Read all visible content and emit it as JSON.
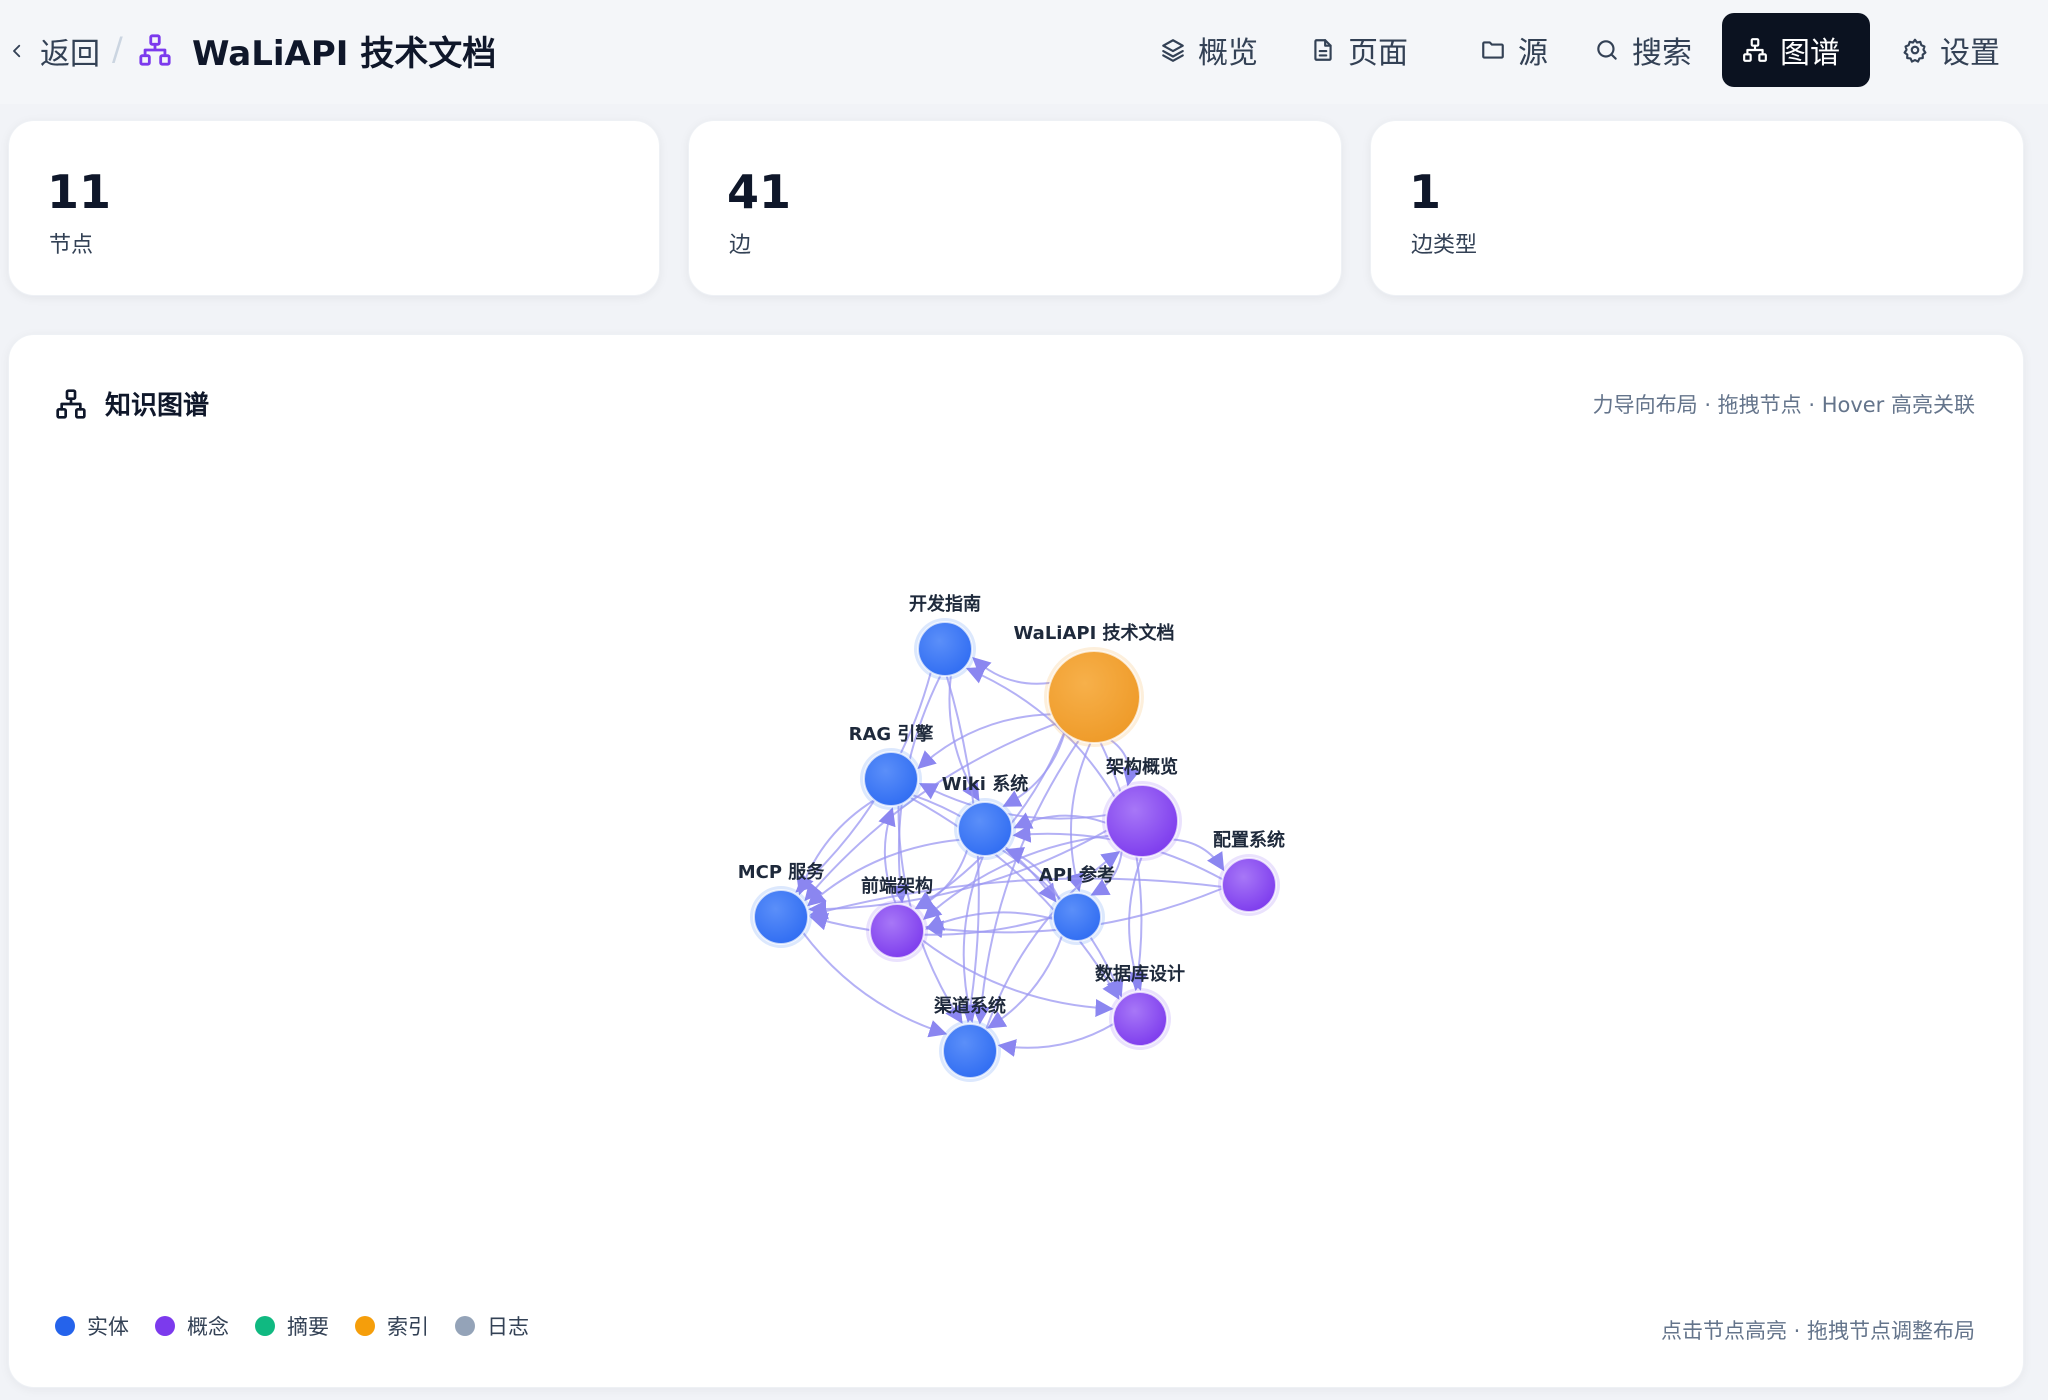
{
  "header": {
    "back_label": "返回",
    "separator": "/",
    "title": "WaLiAPI 技术文档",
    "accent_color": "#7c3aed"
  },
  "nav": [
    {
      "label": "概览",
      "icon": "layers-icon",
      "active": false
    },
    {
      "label": "页面",
      "icon": "file-icon",
      "active": false
    },
    {
      "label": "源",
      "icon": "folder-icon",
      "active": false
    },
    {
      "label": "搜索",
      "icon": "search-icon",
      "active": false
    },
    {
      "label": "图谱",
      "icon": "graph-icon",
      "active": true
    },
    {
      "label": "设置",
      "icon": "gear-icon",
      "active": false
    }
  ],
  "stats": [
    {
      "value": "11",
      "label": "节点"
    },
    {
      "value": "41",
      "label": "边"
    },
    {
      "value": "1",
      "label": "边类型"
    }
  ],
  "panel": {
    "title": "知识图谱",
    "hint": "力导向布局 · 拖拽节点 · Hover 高亮关联",
    "footer": "点击节点高亮 · 拖拽节点调整布局"
  },
  "legend": [
    {
      "label": "实体",
      "color": "#2563eb"
    },
    {
      "label": "概念",
      "color": "#7c3aed"
    },
    {
      "label": "摘要",
      "color": "#10b981"
    },
    {
      "label": "索引",
      "color": "#f59e0b"
    },
    {
      "label": "日志",
      "color": "#94a3b8"
    }
  ],
  "graph": {
    "nodes": [
      {
        "id": "kfzn",
        "label": "开发指南",
        "type": "实体"
      },
      {
        "id": "wali",
        "label": "WaLiAPI 技术文档",
        "type": "索引"
      },
      {
        "id": "rag",
        "label": "RAG 引擎",
        "type": "实体"
      },
      {
        "id": "wiki",
        "label": "Wiki 系统",
        "type": "实体"
      },
      {
        "id": "jggl",
        "label": "架构概览",
        "type": "概念"
      },
      {
        "id": "pzxt",
        "label": "配置系统",
        "type": "概念"
      },
      {
        "id": "mcp",
        "label": "MCP 服务",
        "type": "实体"
      },
      {
        "id": "qdjg",
        "label": "前端架构",
        "type": "概念"
      },
      {
        "id": "api",
        "label": "API 参考",
        "type": "实体"
      },
      {
        "id": "sjk",
        "label": "数据库设计",
        "type": "概念"
      },
      {
        "id": "qdxt",
        "label": "渠道系统",
        "type": "实体"
      }
    ],
    "edges": [
      [
        "wali",
        "kfzn"
      ],
      [
        "wali",
        "rag"
      ],
      [
        "wali",
        "wiki"
      ],
      [
        "wali",
        "mcp"
      ],
      [
        "wali",
        "qdjg"
      ],
      [
        "wali",
        "api"
      ],
      [
        "wali",
        "sjk"
      ],
      [
        "wali",
        "qdxt"
      ],
      [
        "wali",
        "jggl"
      ],
      [
        "jggl",
        "kfzn"
      ],
      [
        "jggl",
        "rag"
      ],
      [
        "jggl",
        "wiki"
      ],
      [
        "jggl",
        "mcp"
      ],
      [
        "jggl",
        "qdjg"
      ],
      [
        "jggl",
        "api"
      ],
      [
        "jggl",
        "sjk"
      ],
      [
        "jggl",
        "pzxt"
      ],
      [
        "kfzn",
        "wiki"
      ],
      [
        "kfzn",
        "mcp"
      ],
      [
        "kfzn",
        "qdjg"
      ],
      [
        "kfzn",
        "qdxt"
      ],
      [
        "rag",
        "mcp"
      ],
      [
        "rag",
        "api"
      ],
      [
        "rag",
        "qdxt"
      ],
      [
        "rag",
        "sjk"
      ],
      [
        "wiki",
        "mcp"
      ],
      [
        "wiki",
        "qdjg"
      ],
      [
        "wiki",
        "qdxt"
      ],
      [
        "wiki",
        "sjk"
      ],
      [
        "pzxt",
        "mcp"
      ],
      [
        "pzxt",
        "qdjg"
      ],
      [
        "pzxt",
        "wiki"
      ],
      [
        "api",
        "mcp"
      ],
      [
        "api",
        "qdjg"
      ],
      [
        "api",
        "qdxt"
      ],
      [
        "api",
        "wiki"
      ],
      [
        "qdjg",
        "rag"
      ],
      [
        "qdjg",
        "sjk"
      ],
      [
        "sjk",
        "qdxt"
      ],
      [
        "mcp",
        "qdxt"
      ],
      [
        "qdxt",
        "jggl"
      ]
    ]
  }
}
